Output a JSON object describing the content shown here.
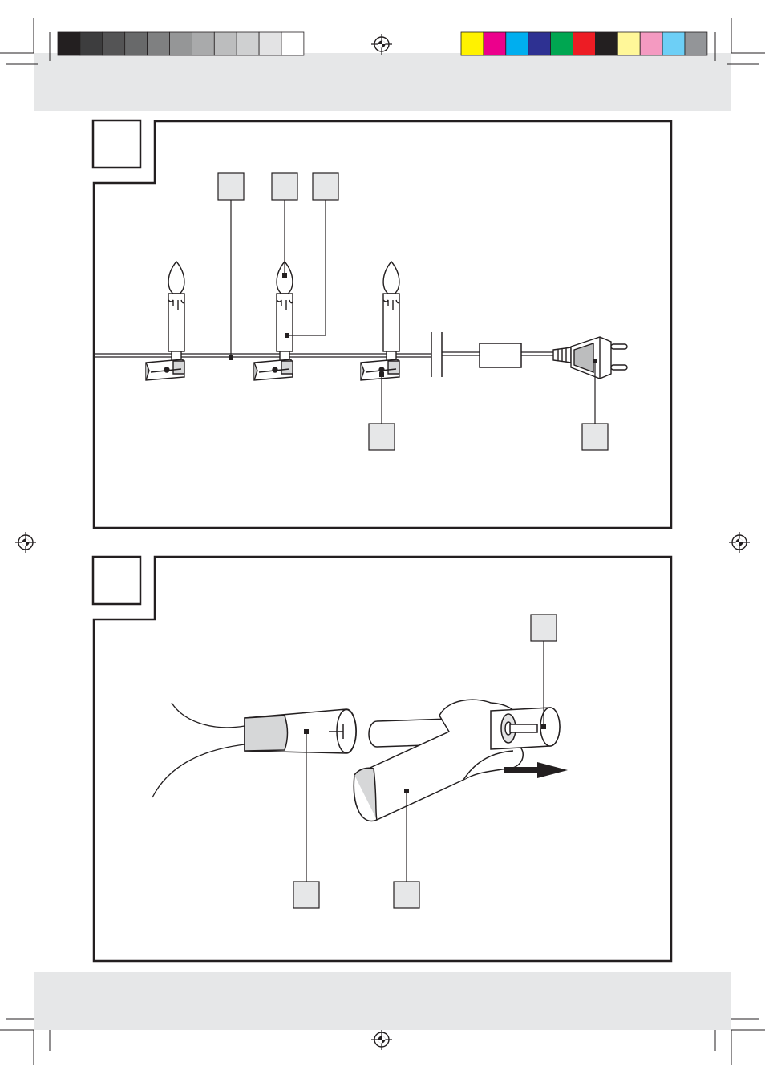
{
  "colors": {
    "ink": "#231f20",
    "band_grey": "#e6e7e8",
    "gray_patches": [
      "#231f20",
      "#3d3d3e",
      "#545455",
      "#68696a",
      "#7f8081",
      "#959697",
      "#a9aaab",
      "#bcbdbe",
      "#cfd0d1",
      "#e3e3e4",
      "#ffffff"
    ],
    "color_patches": [
      "#fff200",
      "#ec008c",
      "#00aeef",
      "#2e3192",
      "#00a651",
      "#ed1c24",
      "#231f20",
      "#fff799",
      "#f49ac1",
      "#6dcff6",
      "#939598"
    ]
  },
  "figures": [
    {
      "id": "fig-1",
      "subject": "candle-string-overview",
      "callout_count": 6
    },
    {
      "id": "fig-2",
      "subject": "candle-clip-removal",
      "callout_count": 3
    }
  ],
  "icons": [
    "registration-mark-icon",
    "candle-icon",
    "clip-icon",
    "plug-icon",
    "transformer-icon",
    "arrow-right-icon"
  ]
}
